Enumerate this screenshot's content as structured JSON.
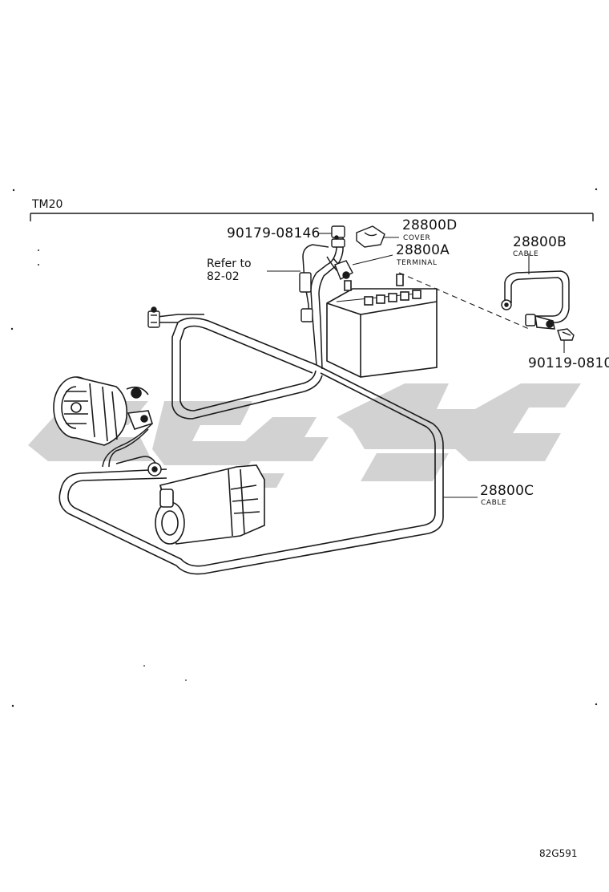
{
  "header": {
    "model": "TM20"
  },
  "parts": {
    "bolt_top": {
      "number": "90179-08146"
    },
    "cover": {
      "number": "28800D",
      "caption": "COVER"
    },
    "terminal": {
      "number": "28800A",
      "caption": "TERMINAL"
    },
    "cable_b": {
      "number": "28800B",
      "caption": "CABLE"
    },
    "bolt_right": {
      "number": "90119-0810"
    },
    "cable_c": {
      "number": "28800C",
      "caption": "CABLE"
    }
  },
  "reference": {
    "line1": "Refer to",
    "line2": "82-02"
  },
  "footer": {
    "figure_code": "82G591"
  },
  "colors": {
    "ink": "#1a1a1a",
    "watermark": "#d2d2d2",
    "background": "#ffffff"
  }
}
